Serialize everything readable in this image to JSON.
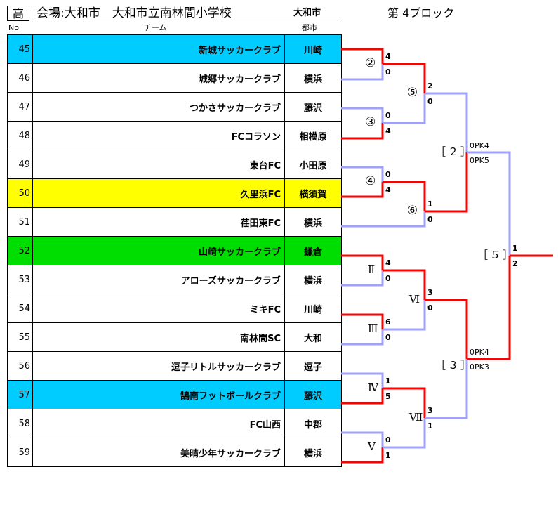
{
  "header": {
    "grade": "高",
    "venue": "会場:大和市　大和市立南林間小学校",
    "city": "大和市",
    "block": "第 4ブロック"
  },
  "columns": {
    "no": "No",
    "team": "チーム",
    "city": "都市"
  },
  "colors": {
    "cyan": "#00ccff",
    "yellow": "#ffff00",
    "green": "#00dd00",
    "win": "#ff0000",
    "lose": "#a0a0ff"
  },
  "teams": [
    {
      "no": "45",
      "name": "新城サッカークラブ",
      "city": "川崎"
    },
    {
      "no": "46",
      "name": "城郷サッカークラブ",
      "city": "横浜"
    },
    {
      "no": "47",
      "name": "つかさサッカークラブ",
      "city": "藤沢"
    },
    {
      "no": "48",
      "name": "FCコラソン",
      "city": "相模原"
    },
    {
      "no": "49",
      "name": "東台FC",
      "city": "小田原"
    },
    {
      "no": "50",
      "name": "久里浜FC",
      "city": "横須賀"
    },
    {
      "no": "51",
      "name": "荏田東FC",
      "city": "横浜"
    },
    {
      "no": "52",
      "name": "山崎サッカークラブ",
      "city": "鎌倉"
    },
    {
      "no": "53",
      "name": "アローズサッカークラブ",
      "city": "横浜"
    },
    {
      "no": "54",
      "name": "ミキFC",
      "city": "川崎"
    },
    {
      "no": "55",
      "name": "南林間SC",
      "city": "大和"
    },
    {
      "no": "56",
      "name": "逗子リトルサッカークラブ",
      "city": "逗子"
    },
    {
      "no": "57",
      "name": "鵠南フットボールクラブ",
      "city": "藤沢"
    },
    {
      "no": "58",
      "name": "FC山西",
      "city": "中郡"
    },
    {
      "no": "59",
      "name": "美晴少年サッカークラブ",
      "city": "横浜"
    }
  ],
  "matches": {
    "m2": {
      "label": "②",
      "top": "4",
      "bottom": "0"
    },
    "m3": {
      "label": "③",
      "top": "0",
      "bottom": "4"
    },
    "m4": {
      "label": "④",
      "top": "0",
      "bottom": "4"
    },
    "m5": {
      "label": "⑤",
      "top": "2",
      "bottom": "0"
    },
    "m6": {
      "label": "⑥",
      "top": "1",
      "bottom": "0"
    },
    "mI2": {
      "label": "Ⅱ",
      "top": "4",
      "bottom": "0"
    },
    "mI3": {
      "label": "Ⅲ",
      "top": "6",
      "bottom": "0"
    },
    "mI4": {
      "label": "Ⅳ",
      "top": "1",
      "bottom": "5"
    },
    "mI5": {
      "label": "Ⅴ",
      "top": "0",
      "bottom": "1"
    },
    "mI6": {
      "label": "Ⅵ",
      "top": "3",
      "bottom": "0"
    },
    "mI7": {
      "label": "Ⅶ",
      "top": "3",
      "bottom": "1"
    },
    "s2": {
      "label": "［２］",
      "top": "0PK4",
      "bottom": "0PK5"
    },
    "s3": {
      "label": "［３］",
      "top": "0PK4",
      "bottom": "0PK3"
    },
    "f5": {
      "label": "［５］",
      "top": "1",
      "bottom": "2"
    }
  }
}
